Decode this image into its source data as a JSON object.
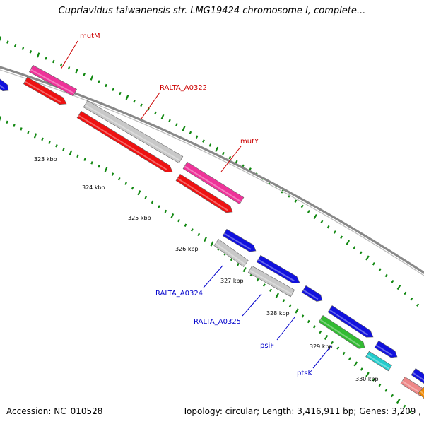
{
  "title": "Cupriavidus taiwanensis str. LMG19424 chromosome I, complete...",
  "footer": {
    "accession": "Accession: NC_010528",
    "summary": "Topology: circular; Length: 3,416,911 bp; Genes: 3,209 ,"
  },
  "colors": {
    "red": "#ee1111",
    "magenta": "#ee3399",
    "gray": "#c8c8c8",
    "blue": "#1111dd",
    "green": "#33bb33",
    "cyan": "#22cccc",
    "pink": "#ee8888",
    "orange": "#ee8800",
    "tick_green": "#118811",
    "backbone": "#888888"
  },
  "scale_labels": [
    "323 kbp",
    "324 kbp",
    "325 kbp",
    "326 kbp",
    "327 kbp",
    "328 kbp",
    "329 kbp",
    "330 kbp"
  ],
  "gene_labels": {
    "forward": [
      "mutM",
      "RALTA_A0322",
      "mutY"
    ],
    "reverse": [
      "RALTA_A0324",
      "RALTA_A0325",
      "psiF",
      "ptsK"
    ]
  }
}
